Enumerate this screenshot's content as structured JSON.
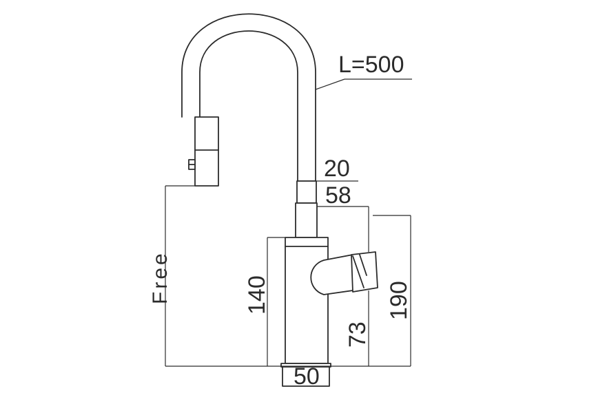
{
  "labels": {
    "hose_length": "L=500",
    "outlet_height": "20",
    "handle_width": "58",
    "body_height": "140",
    "handle_axis_height": "73",
    "total_height": "190",
    "base_width": "50",
    "free_label": "Free"
  }
}
